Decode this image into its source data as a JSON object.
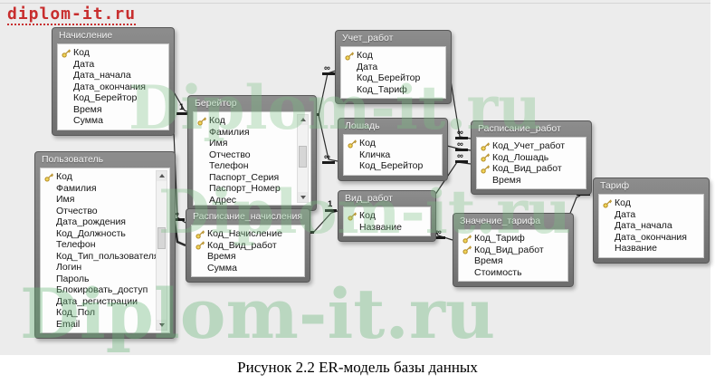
{
  "watermark": {
    "top_left": "diplom-it.ru",
    "large": "Diplom-it.ru"
  },
  "caption": "Рисунок 2.2 ER-модель базы данных",
  "colors": {
    "canvas": "#ececec",
    "table_frame": "#6d6d6d",
    "key_icon": "#c6a22f",
    "watermark_red": "#c82e2e",
    "watermark_green": "#78be84"
  },
  "tables": [
    {
      "name": "Начисление",
      "scrollbar": false,
      "fields": [
        {
          "name": "Код",
          "pk": true
        },
        {
          "name": "Дата",
          "pk": false
        },
        {
          "name": "Дата_начала",
          "pk": false
        },
        {
          "name": "Дата_окончания",
          "pk": false
        },
        {
          "name": "Код_Берейтор",
          "pk": false
        },
        {
          "name": "Время",
          "pk": false
        },
        {
          "name": "Сумма",
          "pk": false
        }
      ]
    },
    {
      "name": "Пользователь",
      "scrollbar": true,
      "fields": [
        {
          "name": "Код",
          "pk": true
        },
        {
          "name": "Фамилия",
          "pk": false
        },
        {
          "name": "Имя",
          "pk": false
        },
        {
          "name": "Отчество",
          "pk": false
        },
        {
          "name": "Дата_рождения",
          "pk": false
        },
        {
          "name": "Код_Должность",
          "pk": false
        },
        {
          "name": "Телефон",
          "pk": false
        },
        {
          "name": "Код_Тип_пользователя",
          "pk": false
        },
        {
          "name": "Логин",
          "pk": false
        },
        {
          "name": "Пароль",
          "pk": false
        },
        {
          "name": "Блокировать_доступ",
          "pk": false
        },
        {
          "name": "Дата_регистрации",
          "pk": false
        },
        {
          "name": "Код_Пол",
          "pk": false
        },
        {
          "name": "Email",
          "pk": false
        }
      ]
    },
    {
      "name": "Берейтор",
      "scrollbar": true,
      "fields": [
        {
          "name": "Код",
          "pk": true
        },
        {
          "name": "Фамилия",
          "pk": false
        },
        {
          "name": "Имя",
          "pk": false
        },
        {
          "name": "Отчество",
          "pk": false
        },
        {
          "name": "Телефон",
          "pk": false
        },
        {
          "name": "Паспорт_Серия",
          "pk": false
        },
        {
          "name": "Паспорт_Номер",
          "pk": false
        },
        {
          "name": "Адрес",
          "pk": false
        }
      ]
    },
    {
      "name": "Расписание_начисления",
      "scrollbar": false,
      "fields": [
        {
          "name": "Код_Начисление",
          "pk": true
        },
        {
          "name": "Код_Вид_работ",
          "pk": true
        },
        {
          "name": "Время",
          "pk": false
        },
        {
          "name": "Сумма",
          "pk": false
        }
      ]
    },
    {
      "name": "Учет_работ",
      "scrollbar": false,
      "fields": [
        {
          "name": "Код",
          "pk": true
        },
        {
          "name": "Дата",
          "pk": false
        },
        {
          "name": "Код_Берейтор",
          "pk": false
        },
        {
          "name": "Код_Тариф",
          "pk": false
        }
      ]
    },
    {
      "name": "Лошадь",
      "scrollbar": false,
      "fields": [
        {
          "name": "Код",
          "pk": true
        },
        {
          "name": "Кличка",
          "pk": false
        },
        {
          "name": "Код_Берейтор",
          "pk": false
        }
      ]
    },
    {
      "name": "Вид_работ",
      "scrollbar": false,
      "fields": [
        {
          "name": "Код",
          "pk": true
        },
        {
          "name": "Название",
          "pk": false
        }
      ]
    },
    {
      "name": "Расписание_работ",
      "scrollbar": false,
      "fields": [
        {
          "name": "Код_Учет_работ",
          "pk": true
        },
        {
          "name": "Код_Лошадь",
          "pk": true
        },
        {
          "name": "Код_Вид_работ",
          "pk": true
        },
        {
          "name": "Время",
          "pk": false
        }
      ]
    },
    {
      "name": "Значение_тарифа",
      "scrollbar": false,
      "fields": [
        {
          "name": "Код_Тариф",
          "pk": true
        },
        {
          "name": "Код_Вид_работ",
          "pk": true
        },
        {
          "name": "Время",
          "pk": false
        },
        {
          "name": "Стоимость",
          "pk": false
        }
      ]
    },
    {
      "name": "Тариф",
      "scrollbar": false,
      "fields": [
        {
          "name": "Код",
          "pk": true
        },
        {
          "name": "Дата",
          "pk": false
        },
        {
          "name": "Дата_начала",
          "pk": false
        },
        {
          "name": "Дата_окончания",
          "pk": false
        },
        {
          "name": "Название",
          "pk": false
        }
      ]
    }
  ],
  "relationships": [
    {
      "from": "Начисление",
      "from_field": "Код",
      "one": "1",
      "to": "Расписание_начисления",
      "to_field": "Код_Начисление",
      "many": "∞"
    },
    {
      "from": "Берейтор",
      "from_field": "Код",
      "one": "1",
      "to": "Начисление",
      "to_field": "Код_Берейтор",
      "many": "∞"
    },
    {
      "from": "Берейтор",
      "from_field": "Код",
      "one": "1",
      "to": "Учет_работ",
      "to_field": "Код_Берейтор",
      "many": "∞"
    },
    {
      "from": "Берейтор",
      "from_field": "Код",
      "one": "1",
      "to": "Лошадь",
      "to_field": "Код_Берейтор",
      "many": "∞"
    },
    {
      "from": "Пользователь",
      "from_field": "Код",
      "to": "Расписание_начисления"
    },
    {
      "from": "Учет_работ",
      "from_field": "Код",
      "one": "1",
      "to": "Расписание_работ",
      "to_field": "Код_Учет_работ",
      "many": "∞"
    },
    {
      "from": "Лошадь",
      "from_field": "Код",
      "one": "1",
      "to": "Расписание_работ",
      "to_field": "Код_Лошадь",
      "many": "∞"
    },
    {
      "from": "Вид_работ",
      "from_field": "Код",
      "one": "1",
      "to": "Расписание_начисления",
      "to_field": "Код_Вид_работ",
      "many": "∞"
    },
    {
      "from": "Вид_работ",
      "from_field": "Код",
      "one": "1",
      "to": "Расписание_работ",
      "to_field": "Код_Вид_работ",
      "many": "∞"
    },
    {
      "from": "Вид_работ",
      "from_field": "Код",
      "one": "1",
      "to": "Значение_тарифа",
      "to_field": "Код_Вид_работ",
      "many": "∞"
    },
    {
      "from": "Тариф",
      "from_field": "Код",
      "one": "1",
      "to": "Значение_тарифа",
      "to_field": "Код_Тариф",
      "many": "∞"
    }
  ]
}
